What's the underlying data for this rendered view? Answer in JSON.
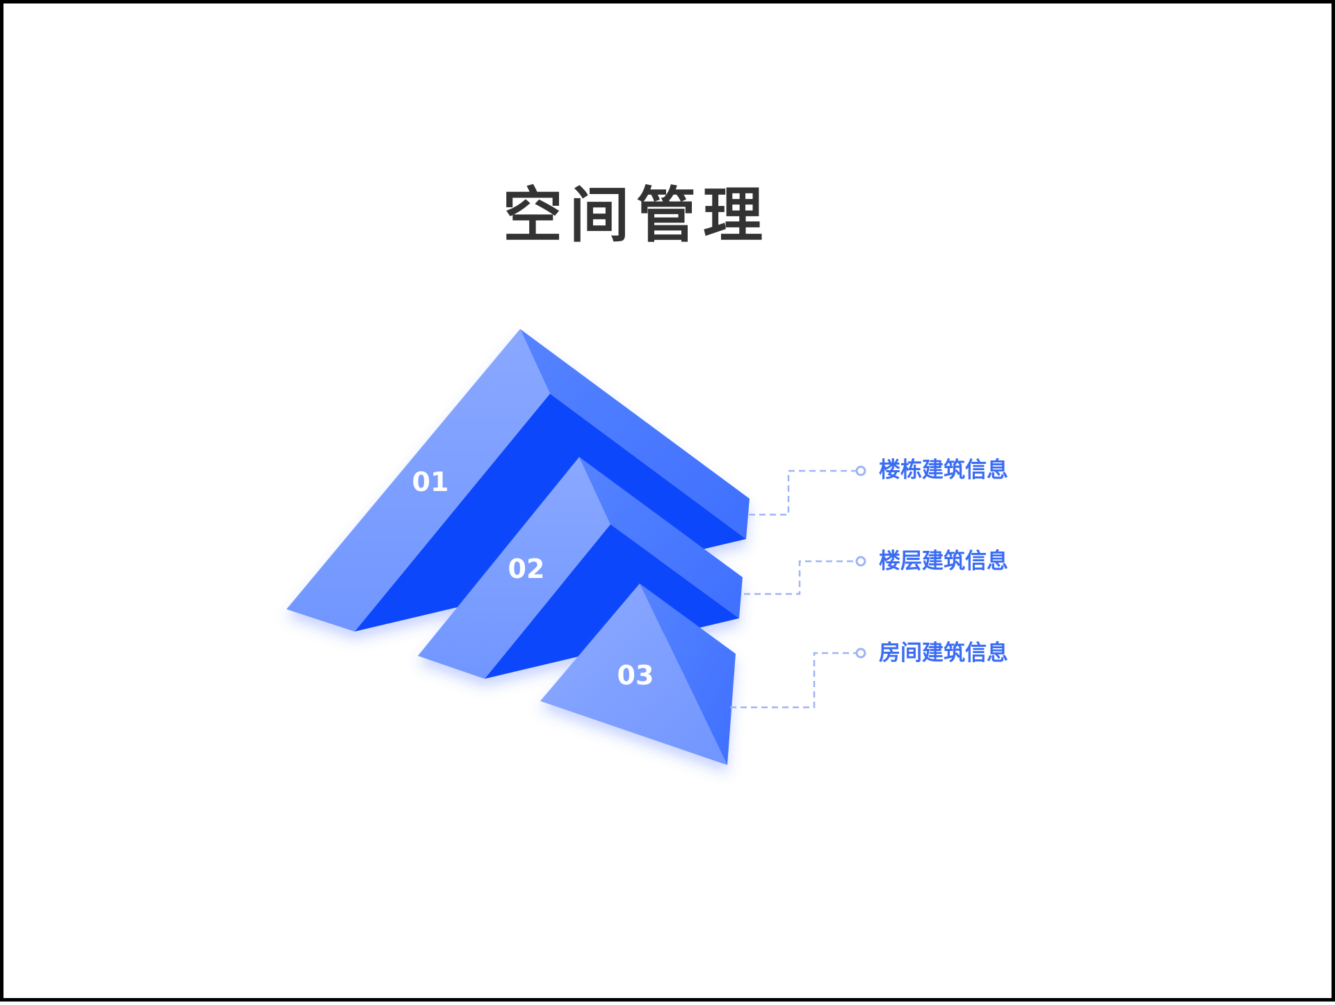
{
  "title": "空间管理",
  "colors": {
    "light_face": "#80a2ff",
    "dark_face": "#0847fb",
    "side_face": "#4d7cff",
    "label": "#3a6cf4",
    "connector": "#9db5f5",
    "title": "#333333",
    "border": "#000000"
  },
  "items": [
    {
      "number": "01",
      "label": "楼栋建筑信息"
    },
    {
      "number": "02",
      "label": "楼层建筑信息"
    },
    {
      "number": "03",
      "label": "房间建筑信息"
    }
  ]
}
